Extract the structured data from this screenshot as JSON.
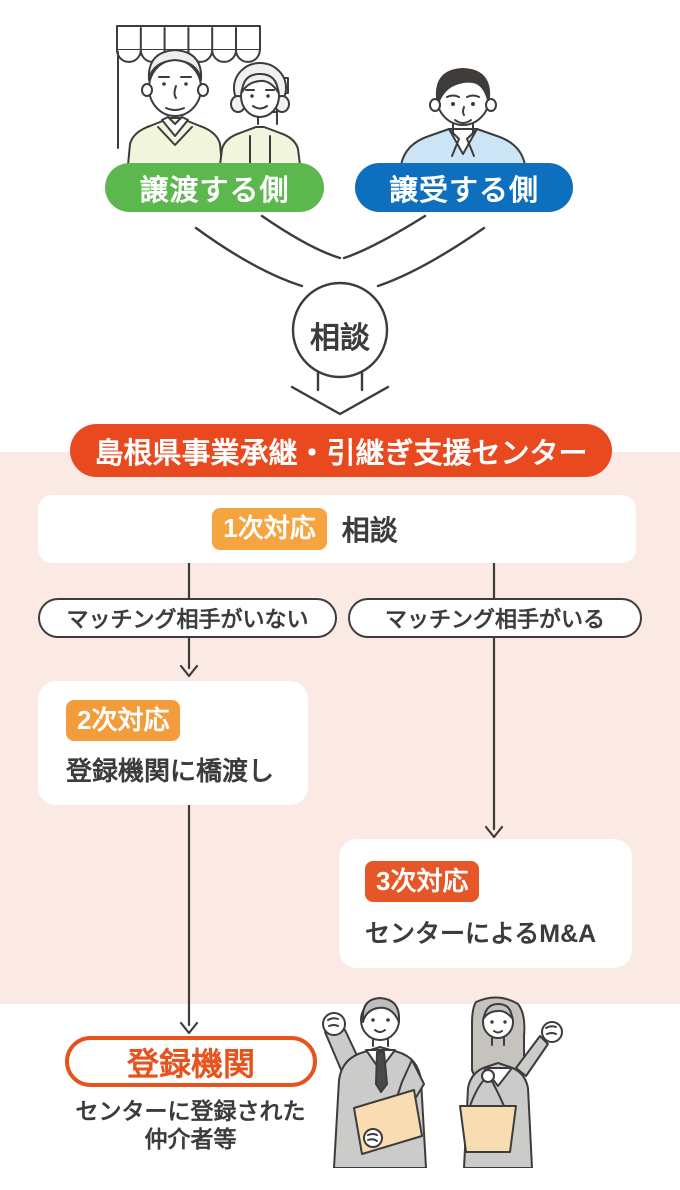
{
  "parties": {
    "transferor_label": "譲渡する側",
    "transferee_label": "譲受する側"
  },
  "consultation": {
    "circle_label": "相談"
  },
  "center": {
    "banner_label": "島根県事業承継・引継ぎ支援センター"
  },
  "flow": {
    "step1": {
      "badge_label": "1次対応",
      "title": "相談"
    },
    "branch_no_match": "マッチング相手がいない",
    "branch_match": "マッチング相手がいる",
    "step2": {
      "badge_label": "2次対応",
      "title": "登録機関に橋渡し"
    },
    "step3": {
      "badge_label": "3次対応",
      "title": "センターによるM&A"
    }
  },
  "registry": {
    "pill_label": "登録機関",
    "caption_line1": "センターに登録された",
    "caption_line2": "仲介者等"
  },
  "illustrations": {
    "transferor": "elderly-shop-owners-illustration",
    "transferee": "young-successor-illustration",
    "agents": "business-intermediaries-illustration"
  },
  "colors": {
    "background_pink": "#FBE9E3",
    "transferor_green": "#5CB84E",
    "transferee_blue": "#0E6FBE",
    "center_banner_red": "#E8491F",
    "step1_badge_amber": "#F5A440",
    "step2_badge_amber": "#F29C3C",
    "step3_badge_vermillion": "#E75627",
    "registry_orange": "#E8521C",
    "line_dark": "#3C3C3C"
  }
}
